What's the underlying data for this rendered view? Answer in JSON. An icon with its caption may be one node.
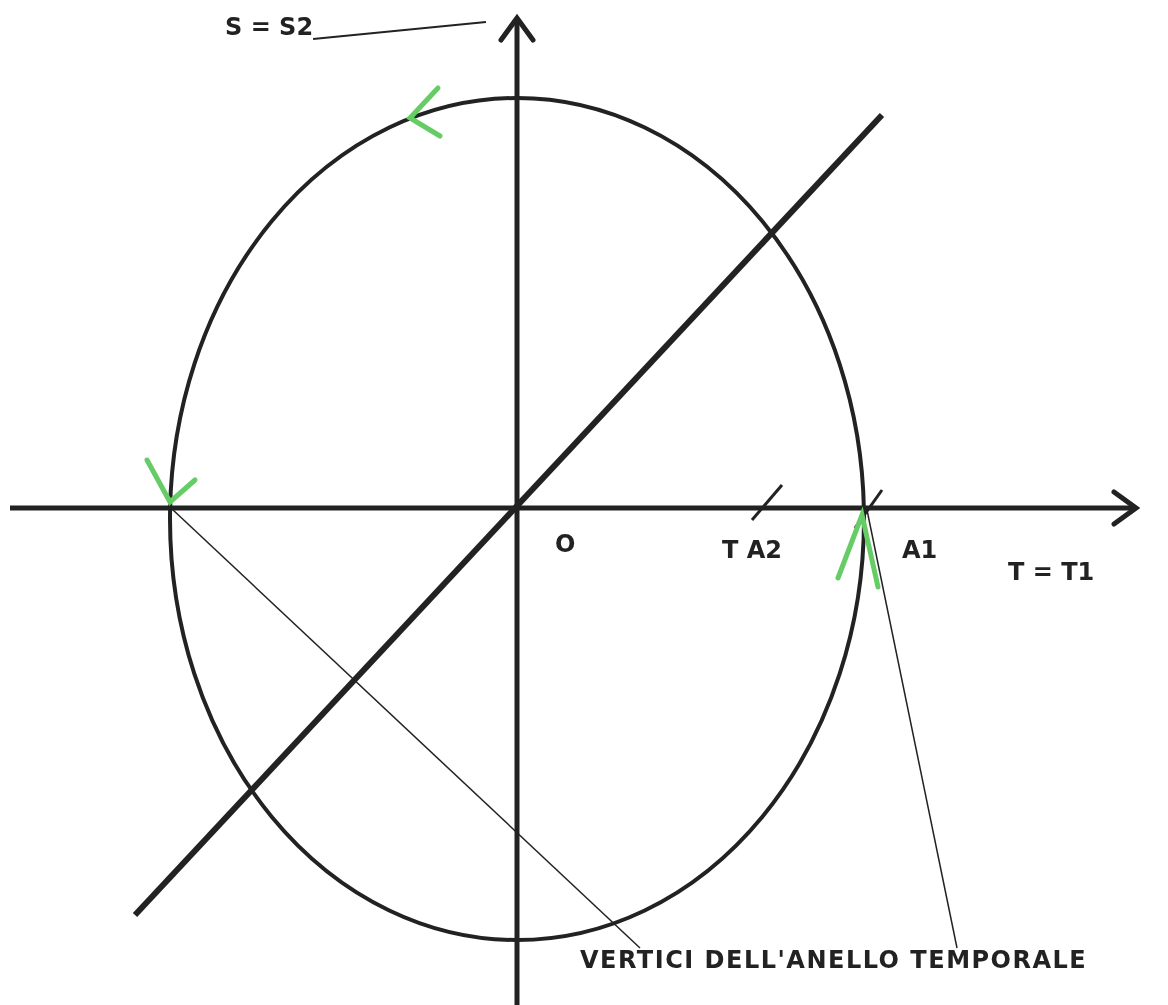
{
  "diagram": {
    "nodes": [
      {
        "text": [
          "S = S2"
        ]
      },
      {
        "text": [
          "VERTICI DELL'ANELLO TEMPORALE"
        ]
      }
    ],
    "edges": [
      {
        "from": 0,
        "to": null,
        "arrow": "none"
      },
      {
        "from": 1,
        "to": null,
        "arrow": "none"
      },
      {
        "from": 1,
        "to": null,
        "arrow": "none"
      }
    ],
    "labels": [
      "O",
      "T A2",
      "A1",
      "T = T1"
    ]
  }
}
